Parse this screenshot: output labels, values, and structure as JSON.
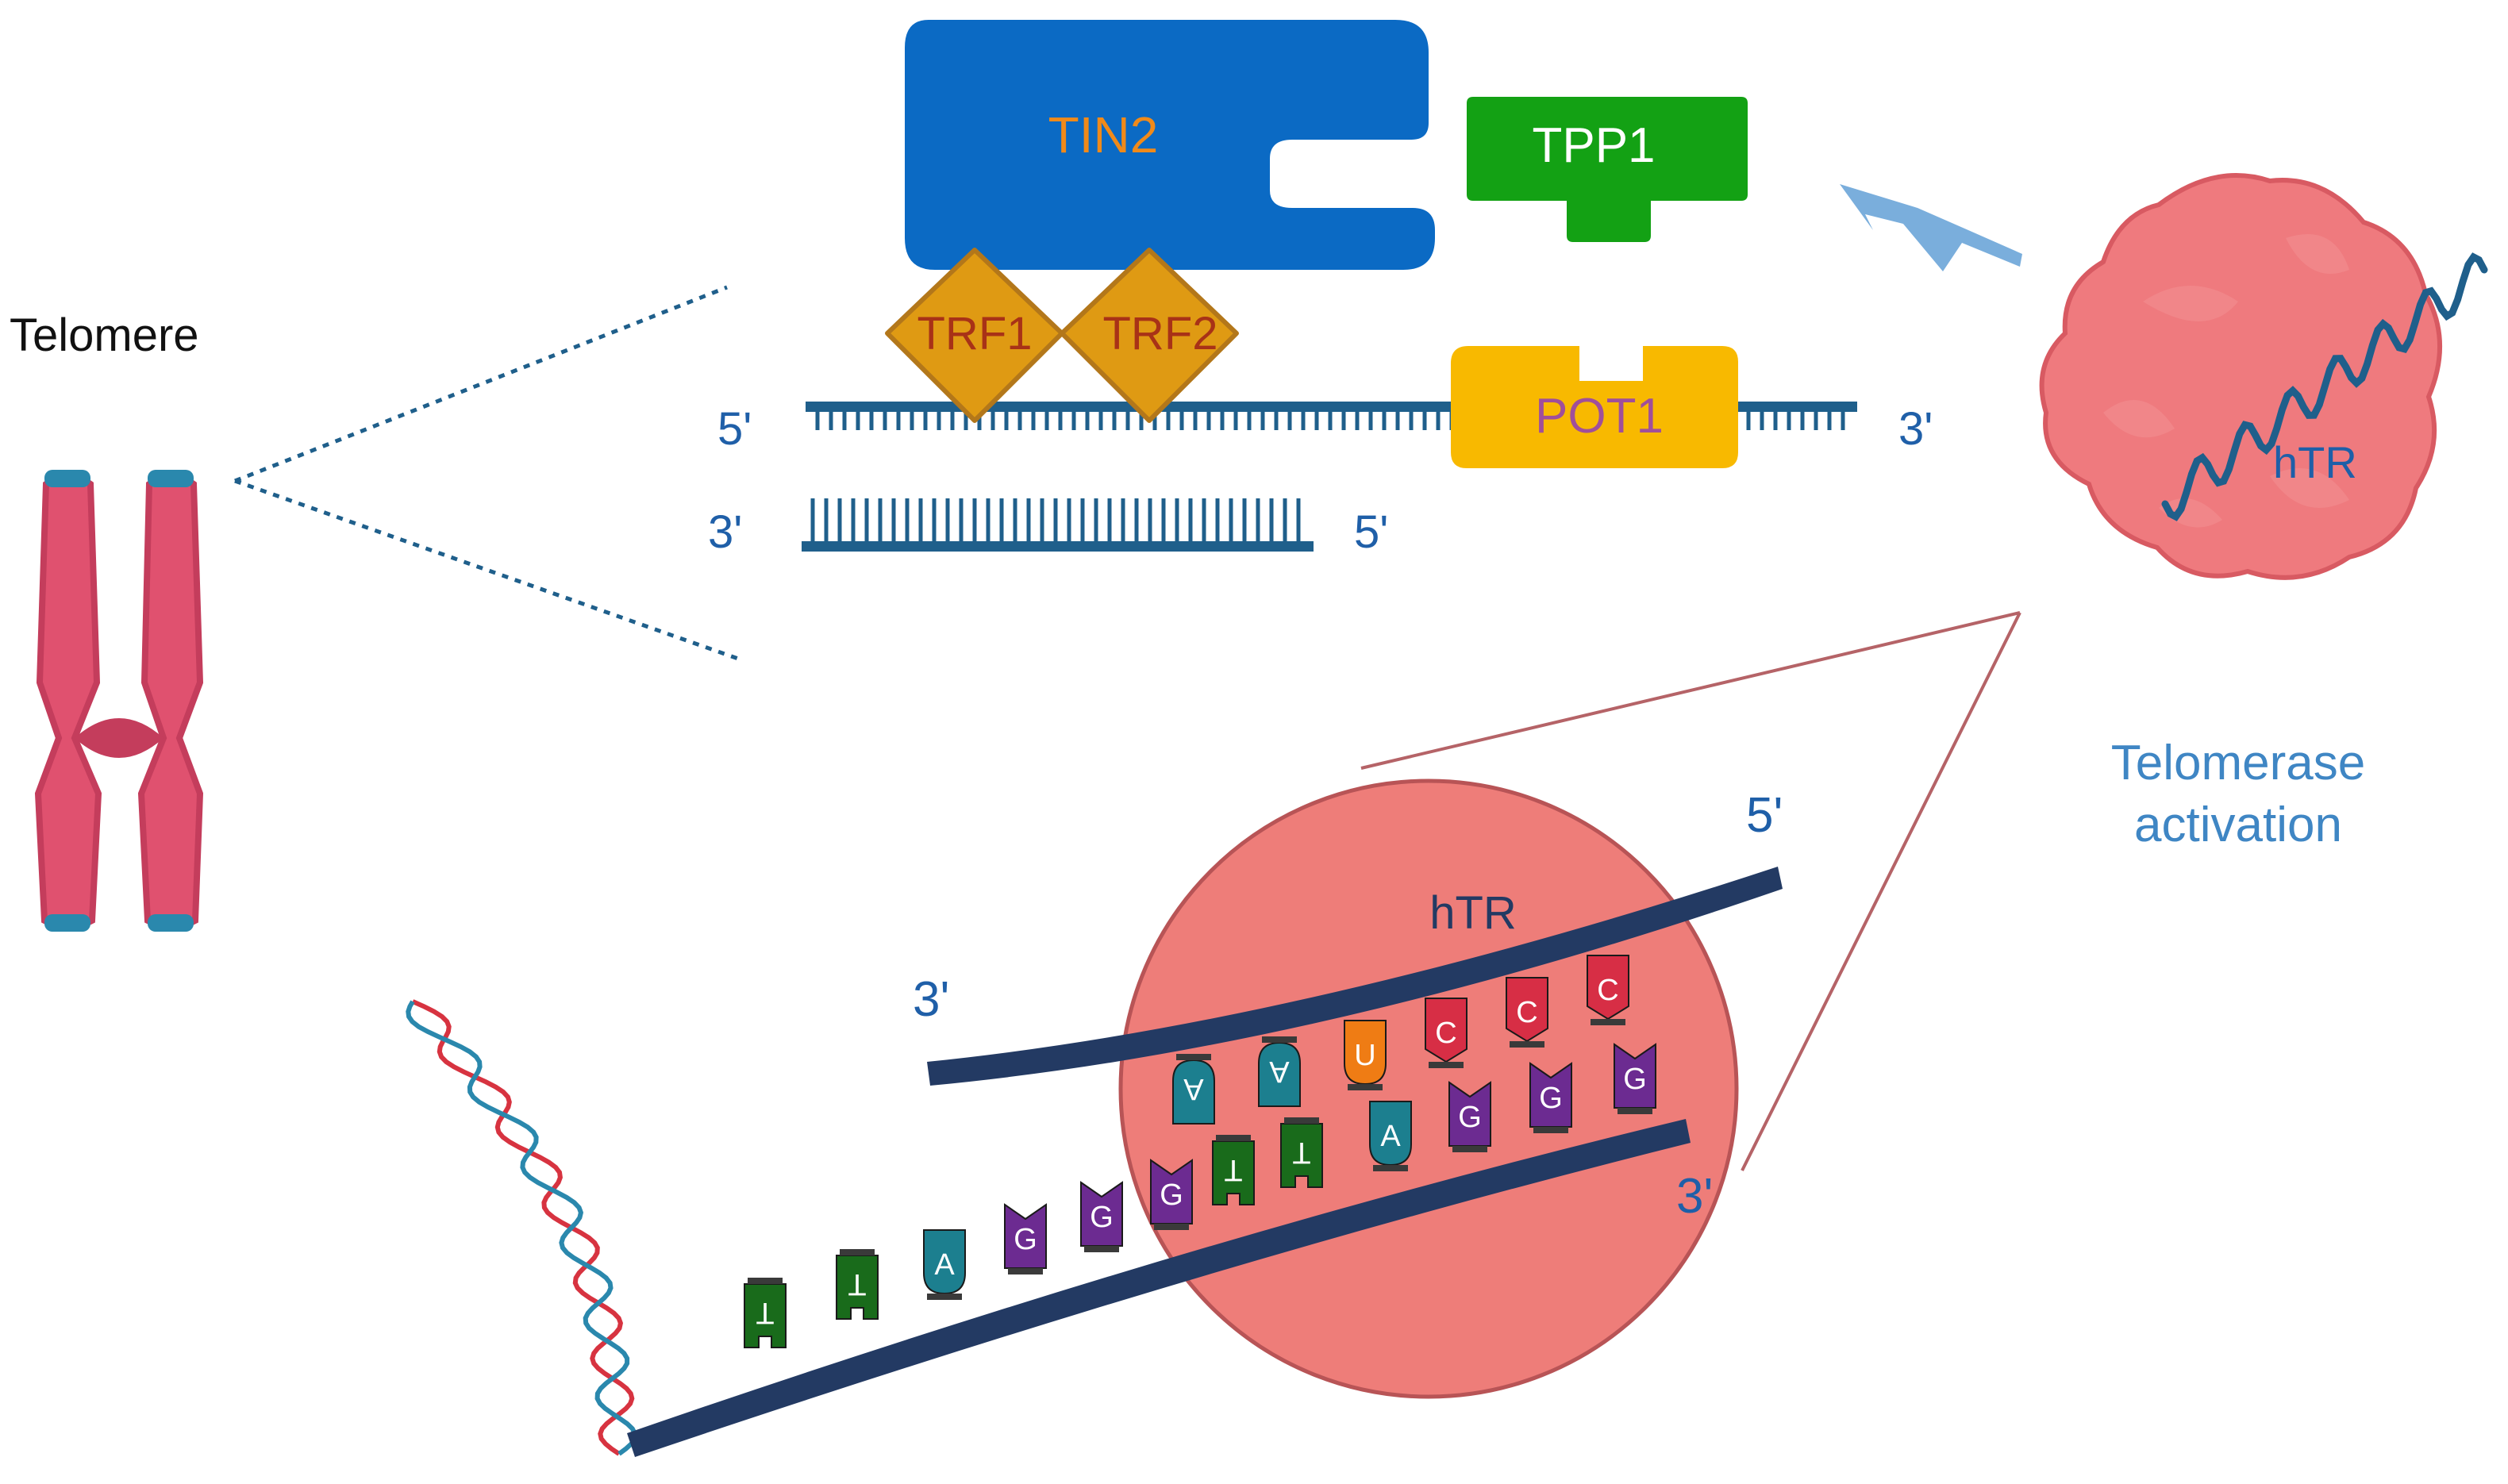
{
  "colors": {
    "strand_blue": "#1f5f8b",
    "label_blue": "#1f5fa8",
    "tin2_blue": "#0b6ac4",
    "tpp1_green": "#13a114",
    "pot1_yellow": "#f8b900",
    "trf_gold": "#df9a13",
    "trf_text": "#a83217",
    "tin2_text": "#f08a1a",
    "pot1_text": "#a04f9a",
    "chromosome_pink": "#e0516f",
    "telomere_cap": "#2a88ad",
    "telomerase_pink": "#ef7a7e",
    "hTR_circle": "#ee7d79",
    "backbone_navy": "#233a63",
    "activation_text": "#3f86c4",
    "arrow_blue": "#7aaedc",
    "nt_T": "#196b1b",
    "nt_A": "#1c7f8f",
    "nt_G": "#6c2b91",
    "nt_C": "#d72e45",
    "nt_U": "#ef7c14"
  },
  "labels": {
    "telomere": "Telomere",
    "tin2": "TIN2",
    "tpp1": "TPP1",
    "trf1": "TRF1",
    "trf2": "TRF2",
    "pot1": "POT1",
    "htr_complex": "hTR",
    "htr_circle": "hTR",
    "activation_line1": "Telomerase",
    "activation_line2": "activation",
    "upper_top_left_end": "5'",
    "upper_top_right_end": "3'",
    "upper_bottom_left_end": "3'",
    "upper_bottom_right_end": "5'",
    "lower_template_left_end": "3'",
    "lower_template_right_end": "5'",
    "lower_dna_right_end": "3'"
  },
  "nucleotides": {
    "template_strand": [
      "A",
      "A",
      "U",
      "C",
      "C",
      "C"
    ],
    "dna_strand": [
      "T",
      "T",
      "A",
      "G",
      "G",
      "G",
      "T",
      "T",
      "A",
      "G",
      "G",
      "G"
    ]
  }
}
